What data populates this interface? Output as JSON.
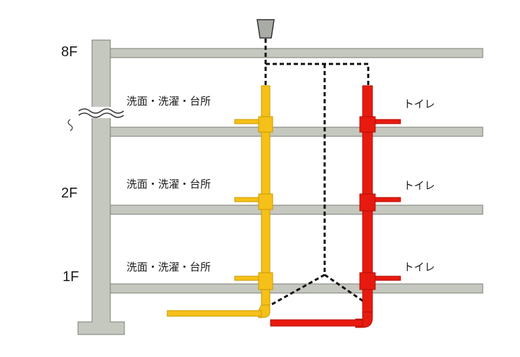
{
  "floors": [
    "8F",
    "2F",
    "1F"
  ],
  "labels": {
    "kitchen_group": [
      "洗面・洗濯・台所",
      "洗面・洗濯・台所",
      "洗面・洗濯・台所"
    ],
    "toilet": [
      "トイレ",
      "トイレ",
      "トイレ"
    ]
  },
  "colors": {
    "structure": "#c5c8bf",
    "structure_stroke": "#7a7c76",
    "drain_pipe": "#f5c018",
    "drain_pipe_stroke": "#c99a00",
    "soil_pipe": "#e81a0f",
    "soil_pipe_stroke": "#b00e05",
    "vent_line": "#111111"
  },
  "icons": [
    "vent-cap-icon",
    "break-mark-icon"
  ]
}
